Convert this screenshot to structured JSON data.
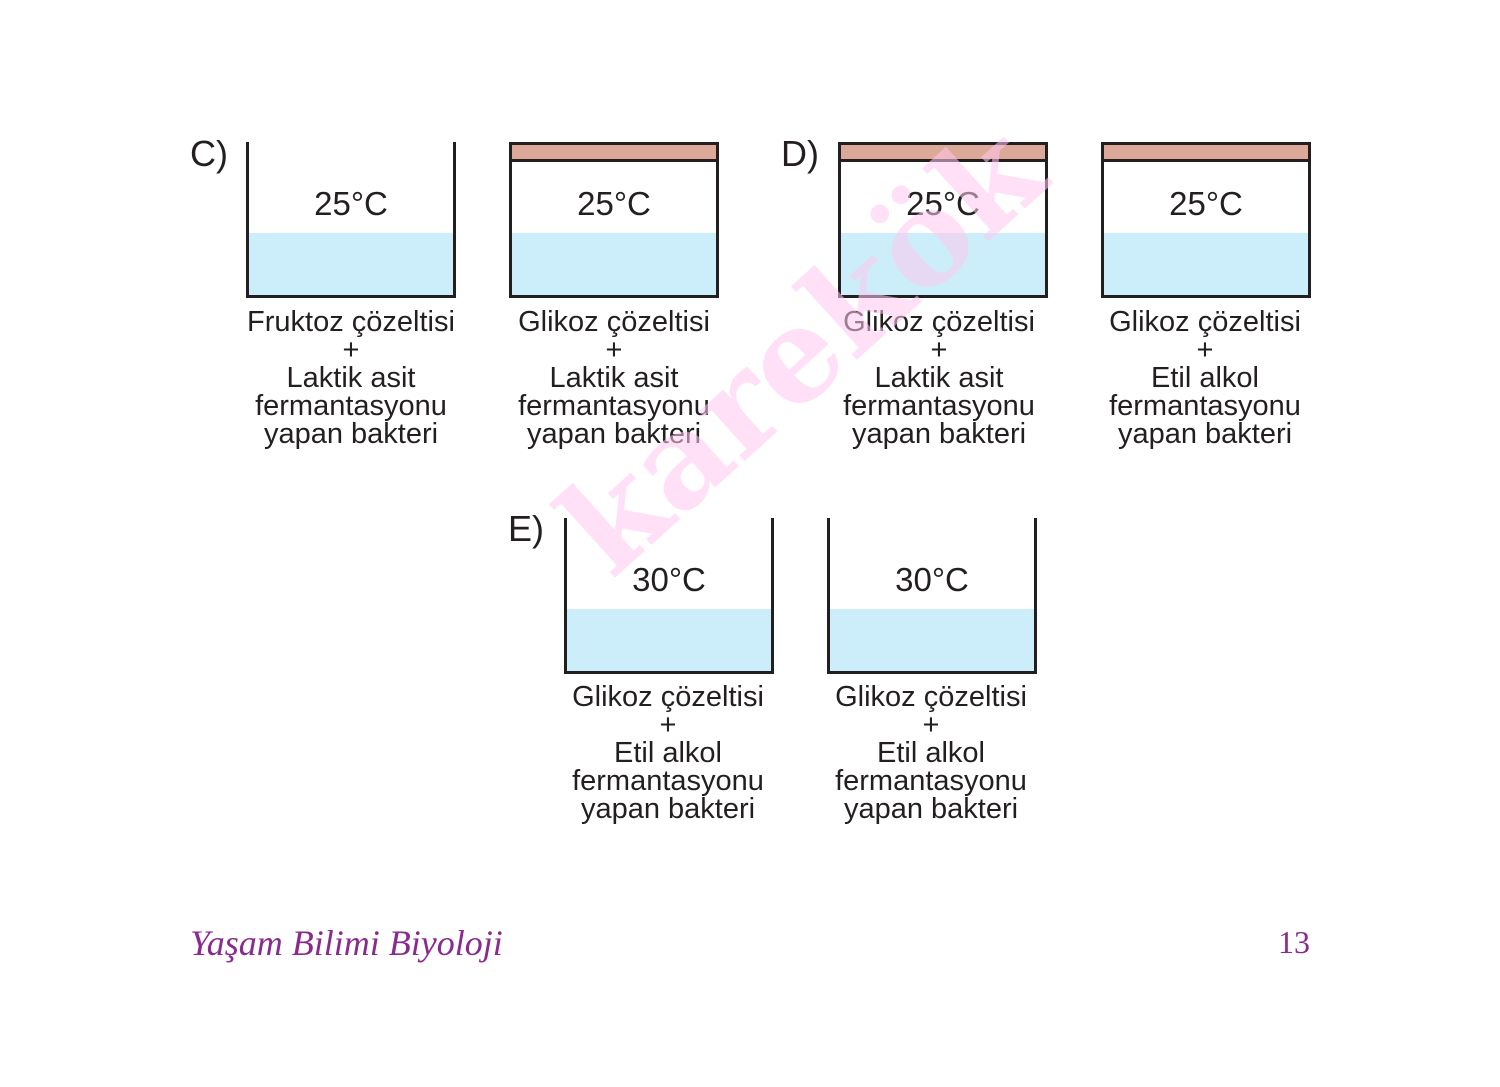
{
  "colors": {
    "liquid": "#cbeefa",
    "lid": "#dca898",
    "ink": "#231f20",
    "accent": "#8b2a8e",
    "watermark": "#ffc8f0"
  },
  "watermark": "karekök",
  "footer": {
    "title": "Yaşam Bilimi Biyoloji",
    "page_number": "13"
  },
  "options": [
    {
      "label": "C)",
      "beakers": [
        {
          "temp": "25°C",
          "closed": false,
          "caption": [
            "Fruktoz çözeltisi",
            "+",
            "Laktik asit",
            "fermantasyonu",
            "yapan bakteri"
          ]
        },
        {
          "temp": "25°C",
          "closed": true,
          "caption": [
            "Glikoz çözeltisi",
            "+",
            "Laktik asit",
            "fermantasyonu",
            "yapan bakteri"
          ]
        }
      ]
    },
    {
      "label": "D)",
      "beakers": [
        {
          "temp": "25°C",
          "closed": true,
          "caption": [
            "Glikoz çözeltisi",
            "+",
            "Laktik asit",
            "fermantasyonu",
            "yapan bakteri"
          ]
        },
        {
          "temp": "25°C",
          "closed": true,
          "caption": [
            "Glikoz çözeltisi",
            "+",
            "Etil alkol",
            "fermantasyonu",
            "yapan bakteri"
          ]
        }
      ]
    },
    {
      "label": "E)",
      "beakers": [
        {
          "temp": "30°C",
          "closed": false,
          "caption": [
            "Glikoz çözeltisi",
            "+",
            "Etil alkol",
            "fermantasyonu",
            "yapan bakteri"
          ]
        },
        {
          "temp": "30°C",
          "closed": false,
          "caption": [
            "Glikoz çözeltisi",
            "+",
            "Etil alkol",
            "fermantasyonu",
            "yapan bakteri"
          ]
        }
      ]
    }
  ]
}
